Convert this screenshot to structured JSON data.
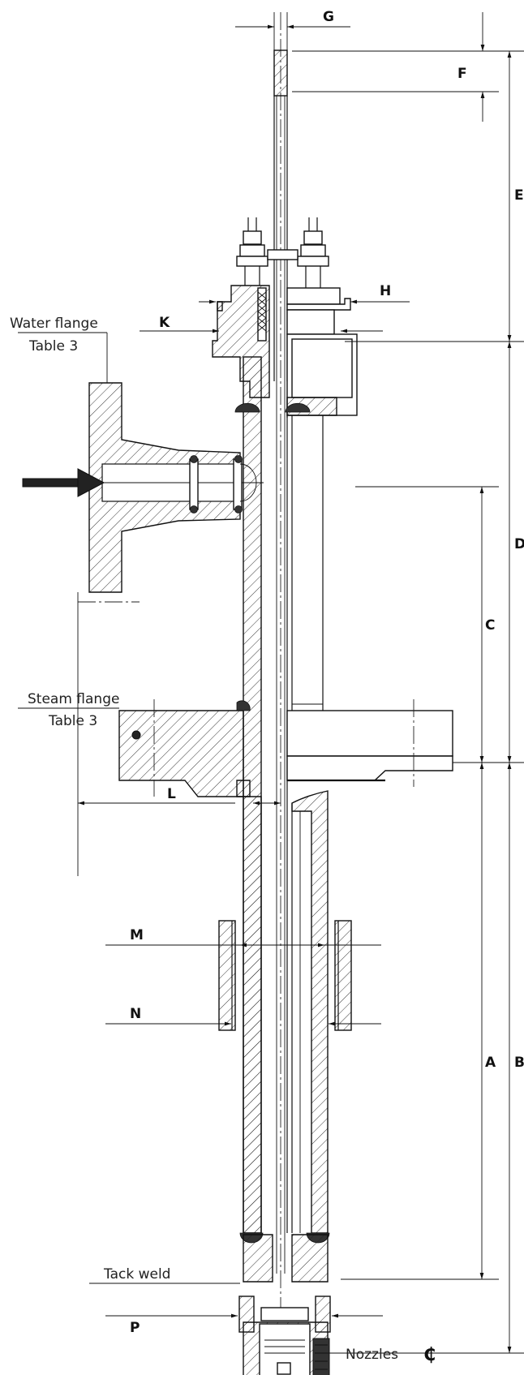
{
  "dimension_labels": {
    "A": "A",
    "B": "B",
    "C": "C",
    "D": "D",
    "E": "E",
    "F": "F",
    "G": "G",
    "H": "H",
    "K": "K",
    "L": "L",
    "M": "M",
    "N": "N",
    "P": "P"
  },
  "annotations": {
    "water_flange": "Water flange",
    "water_flange_table": "Table 3",
    "steam_flange": "Steam flange",
    "steam_flange_table": "Table 3",
    "tack_weld": "Tack weld",
    "nozzles": "Nozzles",
    "centerline_symbol": "₵"
  }
}
